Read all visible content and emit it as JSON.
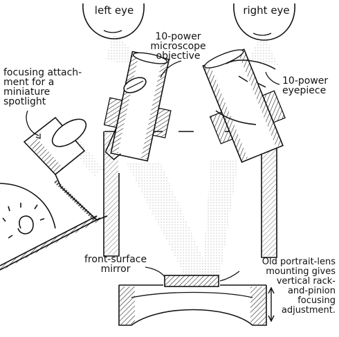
{
  "labels": {
    "left_eye": "left eye",
    "right_eye": "right eye",
    "objective": [
      "10-power",
      "microscope",
      "objective"
    ],
    "focusing_attachment": [
      "focusing attach-",
      "ment for a",
      "miniature",
      "spotlight"
    ],
    "eyepiece": [
      "10-power",
      "eyepiece"
    ],
    "mirror": [
      "front-surface",
      "mirror"
    ],
    "mounting": [
      "Old portrait-lens",
      "mounting gives",
      "vertical rack-",
      "and-pinion",
      "focusing",
      "adjustment."
    ]
  },
  "colors": {
    "ink": "#111111",
    "paper": "#ffffff",
    "beam": "#b8b8b8"
  }
}
